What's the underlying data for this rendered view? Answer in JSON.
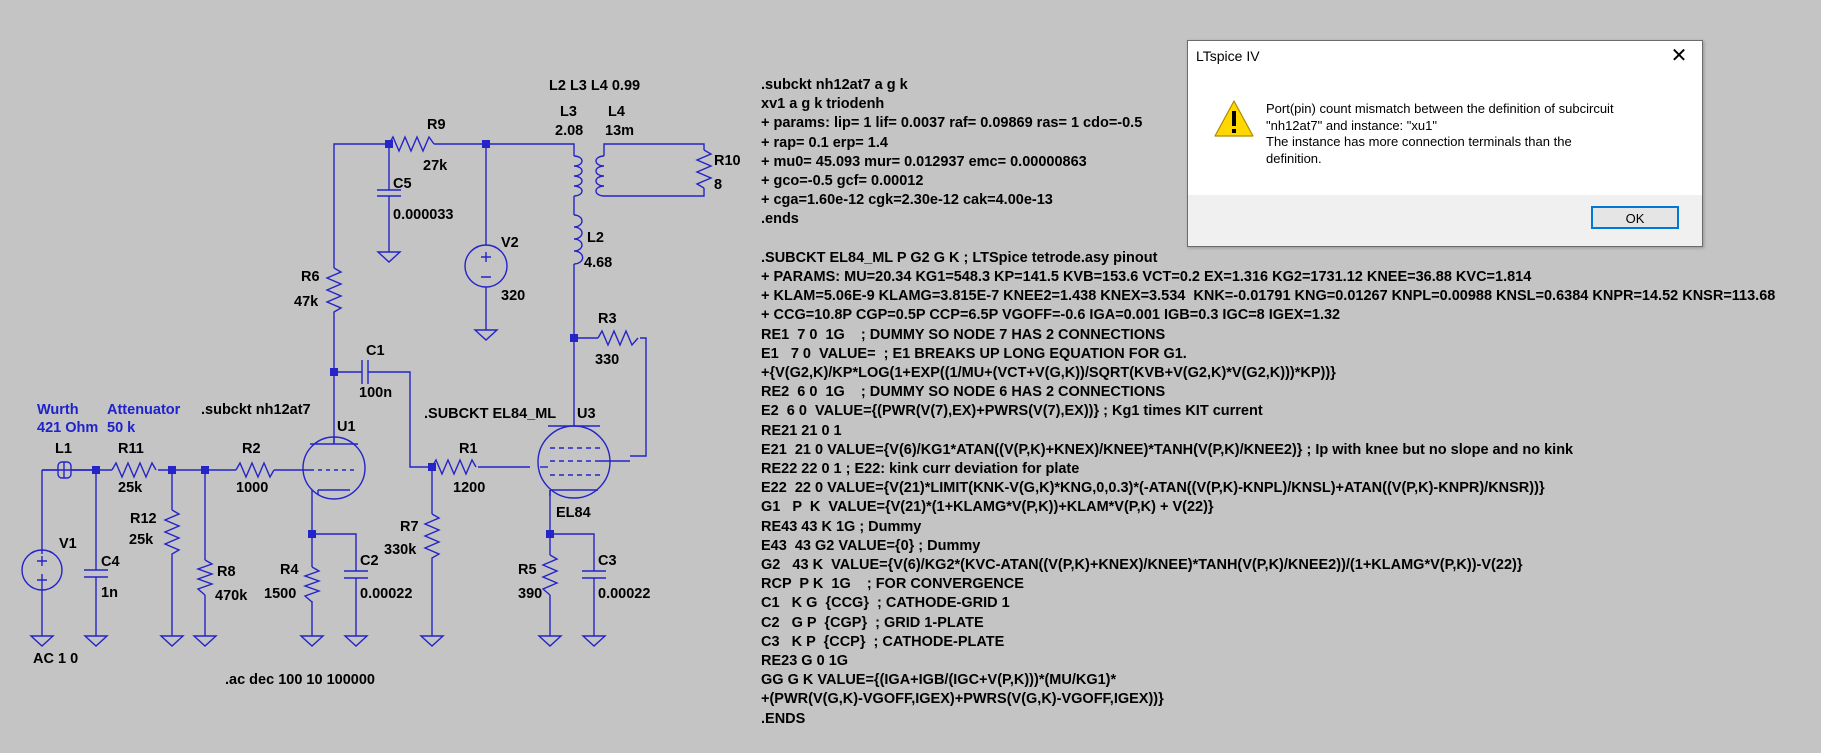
{
  "schematic": {
    "coupling_label": "L2 L3 L4 0.99",
    "source_label1": "Wurth",
    "source_label2": "421 Ohm",
    "attenuator_label1": "Attenuator",
    "attenuator_label2": "50 k",
    "subckt_u1_label": ".subckt nh12at7",
    "subckt_u3_label": ".SUBCKT EL84_ML",
    "ac_label": "AC 1 0",
    "ac_directive": ".ac dec 100 10 100000",
    "components": {
      "R9": {
        "name": "R9",
        "value": "27k"
      },
      "L3": {
        "name": "L3",
        "value": "2.08"
      },
      "L4": {
        "name": "L4",
        "value": "13m"
      },
      "R10": {
        "name": "R10",
        "value": "8"
      },
      "C5": {
        "name": "C5",
        "value": "0.000033"
      },
      "V2": {
        "name": "V2",
        "value": "320"
      },
      "L2": {
        "name": "L2",
        "value": "4.68"
      },
      "R6": {
        "name": "R6",
        "value": "47k"
      },
      "C1": {
        "name": "C1",
        "value": "100n"
      },
      "R3": {
        "name": "R3",
        "value": "330"
      },
      "U1": {
        "name": "U1"
      },
      "U3": {
        "name": "U3",
        "value": "EL84"
      },
      "L1": {
        "name": "L1"
      },
      "R11": {
        "name": "R11",
        "value": "25k"
      },
      "R2": {
        "name": "R2",
        "value": "1000"
      },
      "R1": {
        "name": "R1",
        "value": "1200"
      },
      "V1": {
        "name": "V1"
      },
      "C4": {
        "name": "C4",
        "value": "1n"
      },
      "R12": {
        "name": "R12",
        "value": "25k"
      },
      "R8": {
        "name": "R8",
        "value": "470k"
      },
      "R4": {
        "name": "R4",
        "value": "1500"
      },
      "C2": {
        "name": "C2",
        "value": "0.00022"
      },
      "R7": {
        "name": "R7",
        "value": "330k"
      },
      "R5": {
        "name": "R5",
        "value": "390"
      },
      "C3": {
        "name": "C3",
        "value": "0.00022"
      }
    }
  },
  "netlist": [
    ".subckt nh12at7 a g k",
    "xv1 a g k triodenh",
    "+ params: lip= 1 lif= 0.0037 raf= 0.09869 ras= 1 cdo=-0.5",
    "+ rap= 0.1 erp= 1.4",
    "+ mu0= 45.093 mur= 0.012937 emc= 0.00000863",
    "+ gco=-0.5 gcf= 0.00012",
    "+ cga=1.60e-12 cgk=2.30e-12 cak=4.00e-13",
    ".ends",
    "",
    ".SUBCKT EL84_ML P G2 G K ; LTSpice tetrode.asy pinout",
    "+ PARAMS: MU=20.34 KG1=548.3 KP=141.5 KVB=153.6 VCT=0.2 EX=1.316 KG2=1731.12 KNEE=36.88 KVC=1.814",
    "+ KLAM=5.06E-9 KLAMG=3.815E-7 KNEE2=1.438 KNEX=3.534  KNK=-0.01791 KNG=0.01267 KNPL=0.00988 KNSL=0.6384 KNPR=14.52 KNSR=113.68",
    "+ CCG=10.8P CGP=0.5P CCP=6.5P VGOFF=-0.6 IGA=0.001 IGB=0.3 IGC=8 IGEX=1.32",
    "RE1  7 0  1G    ; DUMMY SO NODE 7 HAS 2 CONNECTIONS",
    "E1   7 0  VALUE=  ; E1 BREAKS UP LONG EQUATION FOR G1.",
    "+{V(G2,K)/KP*LOG(1+EXP((1/MU+(VCT+V(G,K))/SQRT(KVB+V(G2,K)*V(G2,K)))*KP))}",
    "RE2  6 0  1G    ; DUMMY SO NODE 6 HAS 2 CONNECTIONS",
    "E2  6 0  VALUE={(PWR(V(7),EX)+PWRS(V(7),EX))} ; Kg1 times KIT current",
    "RE21 21 0 1",
    "E21  21 0 VALUE={V(6)/KG1*ATAN((V(P,K)+KNEX)/KNEE)*TANH(V(P,K)/KNEE2)} ; Ip with knee but no slope and no kink",
    "RE22 22 0 1 ; E22: kink curr deviation for plate",
    "E22  22 0 VALUE={V(21)*LIMIT(KNK-V(G,K)*KNG,0,0.3)*(-ATAN((V(P,K)-KNPL)/KNSL)+ATAN((V(P,K)-KNPR)/KNSR))}",
    "G1   P  K  VALUE={V(21)*(1+KLAMG*V(P,K))+KLAM*V(P,K) + V(22)}",
    "RE43 43 K 1G ; Dummy",
    "E43  43 G2 VALUE={0} ; Dummy",
    "G2   43 K  VALUE={V(6)/KG2*(KVC-ATAN((V(P,K)+KNEX)/KNEE)*TANH(V(P,K)/KNEE2))/(1+KLAMG*V(P,K))-V(22)}",
    "RCP  P K  1G    ; FOR CONVERGENCE",
    "C1   K G  {CCG}  ; CATHODE-GRID 1",
    "C2   G P  {CGP}  ; GRID 1-PLATE",
    "C3   K P  {CCP}  ; CATHODE-PLATE",
    "RE23 G 0 1G",
    "GG G K VALUE={(IGA+IGB/(IGC+V(P,K)))*(MU/KG1)*",
    "+(PWR(V(G,K)-VGOFF,IGEX)+PWRS(V(G,K)-VGOFF,IGEX))}",
    ".ENDS"
  ],
  "dialog": {
    "title": "LTspice IV",
    "close_glyph": "✕",
    "icon": "warning-icon",
    "message_lines": [
      "Port(pin) count mismatch between the definition of subcircuit",
      "\"nh12at7\" and instance: \"xu1\"",
      "The instance has more connection terminals than the",
      "definition."
    ],
    "ok_label": "OK"
  },
  "colors": {
    "background": "#c4c4c4",
    "wire": "#2424c8",
    "label_blue": "#1e22cc",
    "dialog_footer": "#f0f0f0",
    "button_border": "#0078d7",
    "warning_yellow": "#ffd800"
  }
}
